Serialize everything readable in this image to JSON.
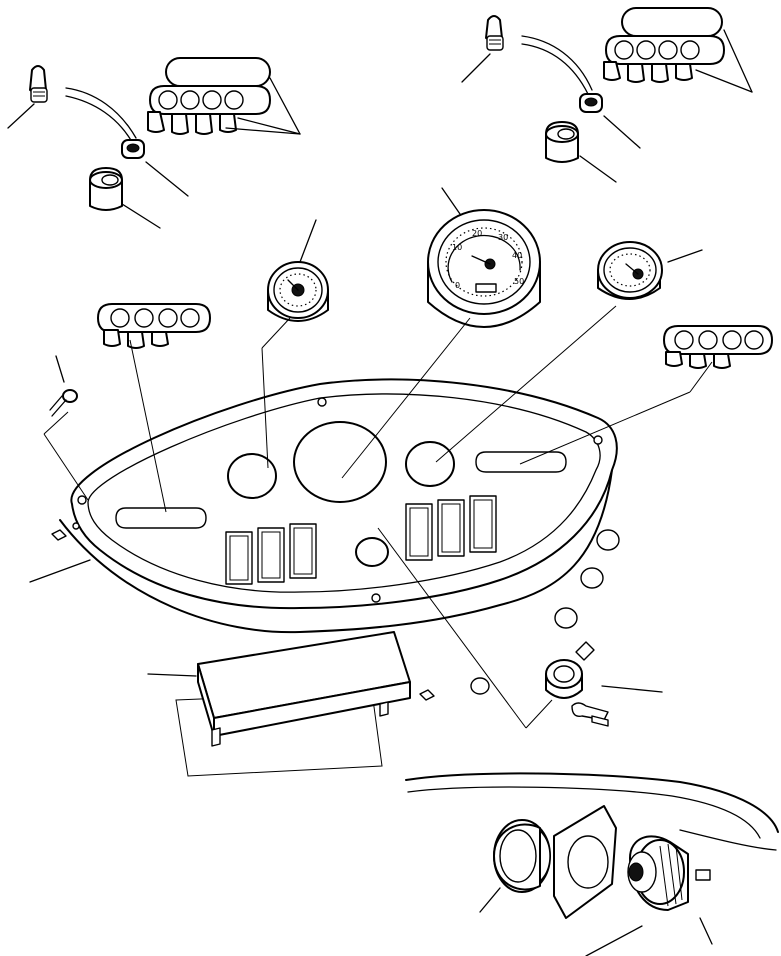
{
  "diagram": {
    "gauge_scale": [
      "0",
      "10",
      "20",
      "30",
      "40",
      "50"
    ]
  }
}
